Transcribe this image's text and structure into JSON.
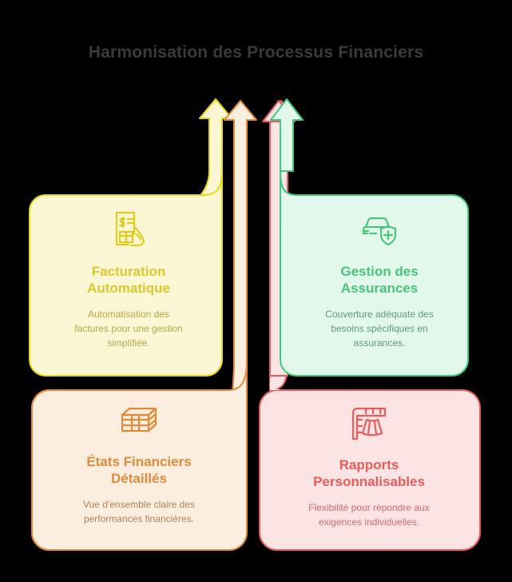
{
  "page": {
    "title": "Harmonisation des Processus Financiers",
    "background_color": "#000000",
    "title_color": "#3A3A3A"
  },
  "cards": [
    {
      "id": "facturation",
      "icon_name": "invoice-hand-icon",
      "title": "Facturation\nAutomatique",
      "description": "Automatisation des\nfactures pour une gestion\nsimplifiée.",
      "fill_color": "#FBF7D5",
      "stroke_color": "#E8D815",
      "title_color": "#D9C82F",
      "desc_color": "#B2A845"
    },
    {
      "id": "assurances",
      "icon_name": "car-shield-icon",
      "title": "Gestion des\nAssurances",
      "description": "Couverture adéquate des\nbesoins spécifiques en\nassurances.",
      "fill_color": "#E1F8EA",
      "stroke_color": "#3DC97E",
      "title_color": "#4BC27E",
      "desc_color": "#5E9B79"
    },
    {
      "id": "etats",
      "icon_name": "money-stack-icon",
      "title": "États Financiers\nDétaillés",
      "description": "Vue d'ensemble claire des\nperformances financières.",
      "fill_color": "#FCEEDF",
      "stroke_color": "#E08A3C",
      "title_color": "#E08A3C",
      "desc_color": "#B08156"
    },
    {
      "id": "rapports",
      "icon_name": "ruler-skirt-icon",
      "title": "Rapports\nPersonnalisables",
      "description": "Flexibilité pour répondre aux\nexigences individuelles.",
      "fill_color": "#FCE4E4",
      "stroke_color": "#E85C5C",
      "title_color": "#E85C5C",
      "desc_color": "#D36A6A"
    }
  ],
  "arrows": [
    {
      "id": "arrow-yellow",
      "name": "arrow-up-yellow",
      "fill_color": "#FBF7D5",
      "stroke_color": "#E8D815"
    },
    {
      "id": "arrow-orange",
      "name": "arrow-up-orange",
      "fill_color": "#FCEEDF",
      "stroke_color": "#E08A3C"
    },
    {
      "id": "arrow-pink",
      "name": "arrow-up-pink",
      "fill_color": "#FCE4E4",
      "stroke_color": "#E85C5C"
    },
    {
      "id": "arrow-green",
      "name": "arrow-up-green",
      "fill_color": "#E1F8EA",
      "stroke_color": "#3DC97E"
    }
  ]
}
